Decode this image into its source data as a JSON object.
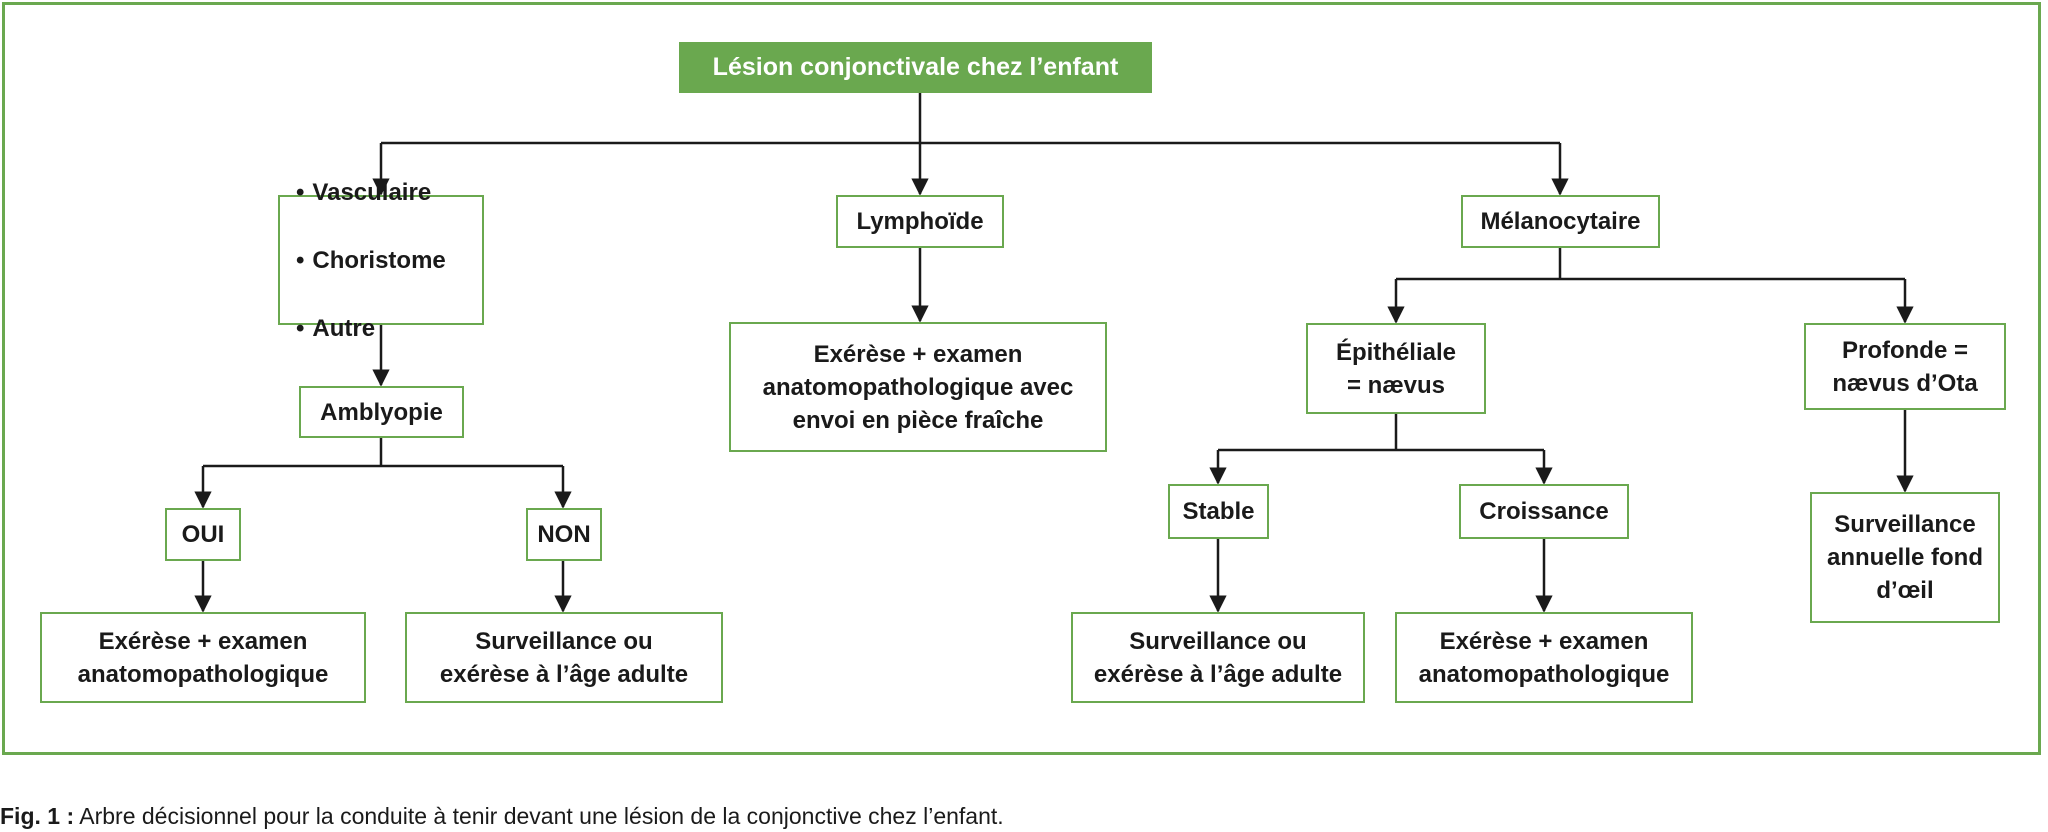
{
  "root": "Lésion conjonctivale chez l’enfant",
  "vasculaire_group": [
    "Vasculaire",
    "Choristome",
    "Autre"
  ],
  "lymphoide": "Lymphoïde",
  "melanocytaire": "Mélanocytaire",
  "amblyopie": "Amblyopie",
  "oui": "OUI",
  "non": "NON",
  "oui_result": "Exérèse + examen\nanatomopathologique",
  "non_result": "Surveillance ou\nexérèse à l’âge adulte",
  "lymphoide_result": "Exérèse + examen\nanatomopathologique avec\nenvoi en pièce fraîche",
  "epitheliale": "Épithéliale\n= nævus",
  "profonde": "Profonde =\nnævus d’Ota",
  "stable": "Stable",
  "croissance": "Croissance",
  "stable_result": "Surveillance ou\nexérèse à l’âge adulte",
  "croissance_result": "Exérèse + examen\nanatomopathologique",
  "profonde_result": "Surveillance\nannuelle fond\nd’œil",
  "caption": {
    "label": "Fig. 1 :",
    "text": " Arbre décisionnel pour la conduite à tenir devant une lésion de la conjonctive chez l’enfant."
  },
  "colors": {
    "accent": "#6aa84f"
  }
}
